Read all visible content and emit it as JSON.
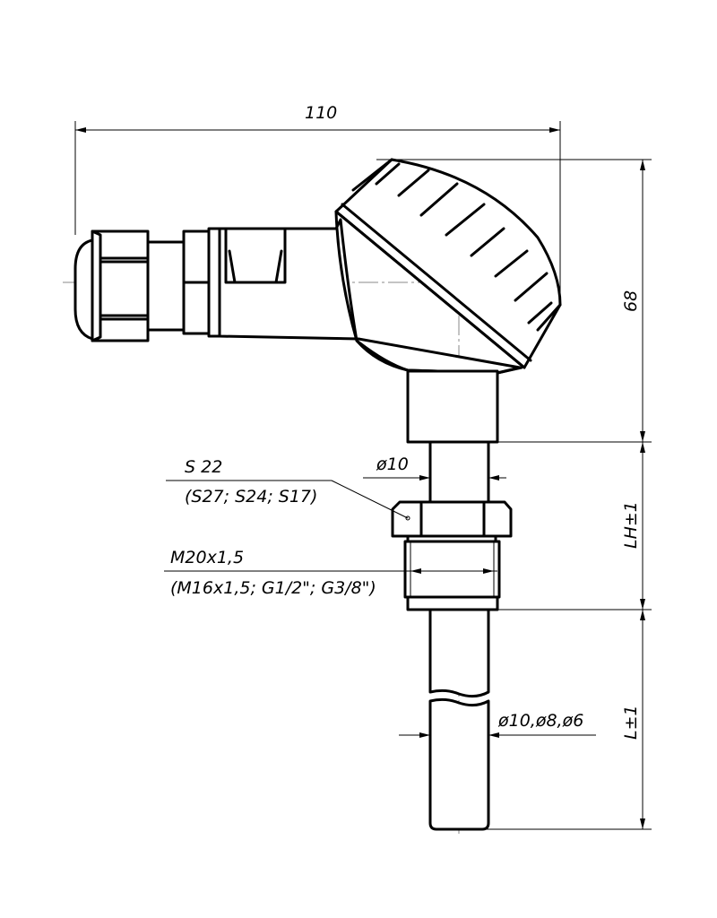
{
  "drawing": {
    "dimensions": {
      "overall_width": "110",
      "head_height": "68",
      "neck_length": "LH±1",
      "probe_length": "L±1",
      "neck_diameter": "ø10",
      "probe_diameters": "ø10,ø8,ø6"
    },
    "callouts": {
      "hex_size": "S 22",
      "hex_alternatives": "(S27; S24; S17)",
      "thread": "M20x1,5",
      "thread_alternatives": "(M16x1,5; G1/2\"; G3/8\")"
    }
  }
}
